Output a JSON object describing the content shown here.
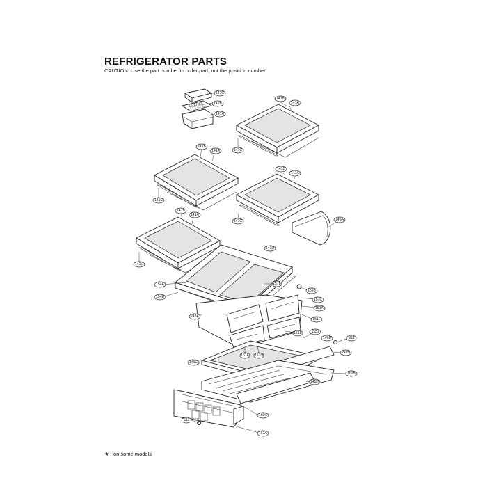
{
  "header": {
    "title": "REFRIGERATOR PARTS",
    "caution": "CAUTION: Use the part number to order part, not the position number."
  },
  "footnote": "★ : on some models",
  "part_labels": {
    "shelf_a_frame": "141B",
    "shelf_a_glass": "141A",
    "shelf_a_rail": "141C",
    "shelf_b_frame": "141B",
    "shelf_b_glass": "141A",
    "shelf_b_rail": "141C",
    "shelf_c_frame": "141B",
    "shelf_c_glass": "141A",
    "shelf_c_rail": "141C",
    "shelf_d_frame": "141B",
    "shelf_d_glass": "141A",
    "shelf_d_rail": "141C",
    "egg_cover": "147C",
    "egg_tray": "147B",
    "egg_box": "147A",
    "shelf_guard": "149A",
    "crisper_cover_frame": "141D",
    "crisper_glass": "154A",
    "crisper_cover_rear": "154B",
    "control_lever": "157B",
    "lever_knob": "152B",
    "cover_bracket_1": "151C",
    "cover_bracket_2": "151A",
    "cover_bracket_3": "151F",
    "crisper_frame": "248A",
    "drawer_slide_1": "151E",
    "drawer_slide_2": "151F",
    "drawer_slide_3": "151D",
    "pantry_rail_left": "149B",
    "pantry_rail_cap": "155J",
    "screw_right": "S13",
    "pantry_support": "248H",
    "pantry_cover": "146C",
    "pantry_frame": "162B",
    "pantry_rail_end": "145D",
    "pantry_drawer": "160C",
    "pantry_front": "162A",
    "screw_left": "S13"
  }
}
